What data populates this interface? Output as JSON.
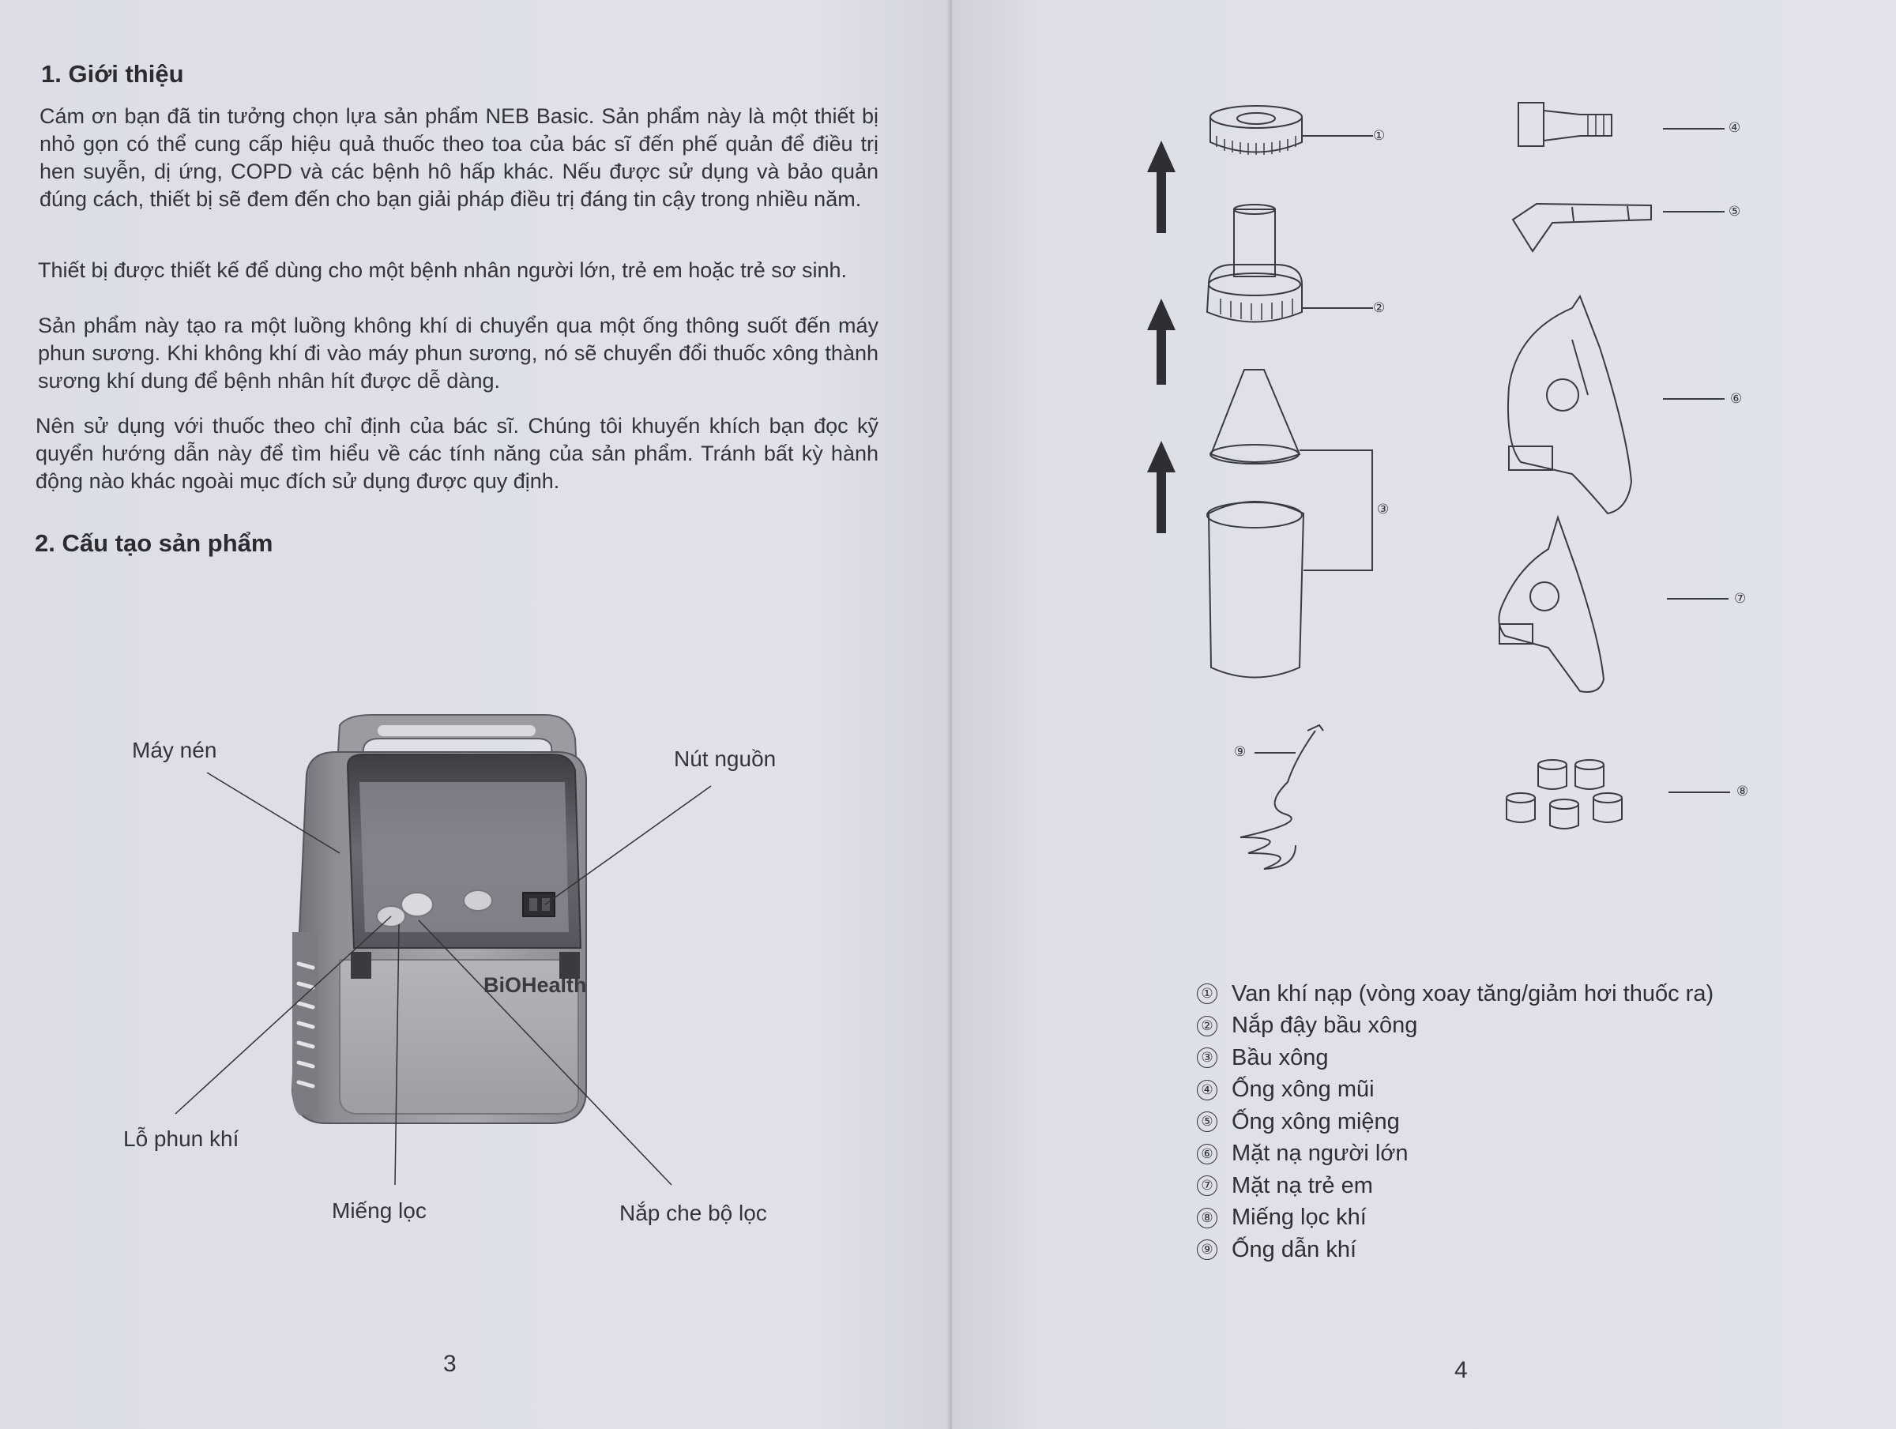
{
  "left_page": {
    "section1": {
      "heading": "1.  Giới thiệu",
      "paragraphs": [
        "Cám ơn bạn đã tin tưởng chọn lựa sản phẩm NEB Basic. Sản phẩm này là một thiết bị nhỏ gọn có thể cung cấp hiệu quả thuốc theo toa của bác sĩ đến phế quản để điều trị hen suyễn, dị ứng, COPD và các bệnh hô hấp khác. Nếu được sử dụng và bảo quản đúng cách, thiết bị sẽ đem đến cho bạn giải pháp điều trị đáng tin cậy trong nhiều năm.",
        "Thiết bị được thiết kế để dùng cho một bệnh nhân người lớn, trẻ em hoặc trẻ sơ sinh.",
        "Sản phẩm này tạo ra một luồng không khí di chuyển qua một ống thông suốt đến máy phun sương. Khi không khí đi vào máy phun sương, nó sẽ chuyển đổi thuốc xông thành sương khí dung để bệnh nhân hít được dễ dàng.",
        "Nên sử dụng với thuốc theo chỉ định của bác sĩ. Chúng tôi khuyến khích bạn đọc kỹ quyển hướng dẫn này để tìm hiểu về các tính năng của sản phẩm. Tránh bất kỳ hành động nào khác ngoài mục đích sử dụng được quy định."
      ]
    },
    "section2": {
      "heading": "2.  Cấu tạo sản phẩm"
    },
    "device": {
      "brand": "BiOHealth",
      "labels": {
        "compressor": "Máy nén",
        "power_button": "Nút nguồn",
        "air_outlet": "Lỗ phun khí",
        "filter": "Miếng lọc",
        "filter_cover": "Nắp che bộ lọc"
      }
    },
    "page_number": "3"
  },
  "right_page": {
    "diagram_callouts": [
      "①",
      "②",
      "③",
      "④",
      "⑤",
      "⑥",
      "⑦",
      "⑧",
      "⑨"
    ],
    "legend": [
      {
        "num": "①",
        "text": "Van khí nạp (vòng xoay tăng/giảm hơi thuốc ra)"
      },
      {
        "num": "②",
        "text": "Nắp đậy bầu xông"
      },
      {
        "num": "③",
        "text": "Bầu xông"
      },
      {
        "num": "④",
        "text": "Ống xông mũi"
      },
      {
        "num": "⑤",
        "text": "Ống xông miệng"
      },
      {
        "num": "⑥",
        "text": "Mặt nạ người lớn"
      },
      {
        "num": "⑦",
        "text": "Mặt nạ trẻ em"
      },
      {
        "num": "⑧",
        "text": "Miếng lọc khí"
      },
      {
        "num": "⑨",
        "text": "Ống dẫn khí"
      }
    ],
    "page_number": "4"
  },
  "colors": {
    "paper": "#dfe0e8",
    "ink": "#2a2a30",
    "device_body": "#9a9aa0",
    "device_dark": "#4a4a50"
  }
}
